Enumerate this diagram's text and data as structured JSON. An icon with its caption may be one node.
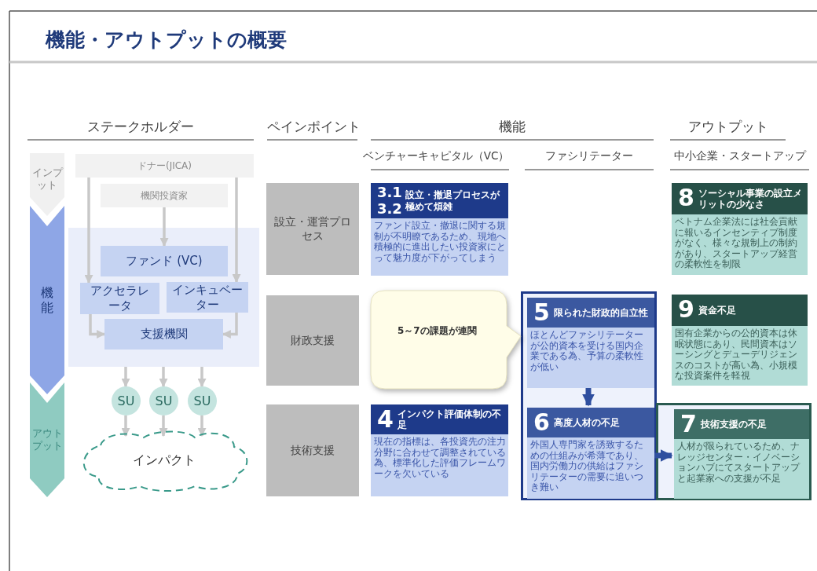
{
  "diagram": {
    "title": "機能・アウトプットの概要",
    "nodes": [
      {
        "text": [
          "インプット"
        ]
      },
      {
        "text": [
          "機能"
        ]
      },
      {
        "text": [
          "アウトプット"
        ]
      },
      {
        "text": [
          "ドナー(JICA)"
        ]
      },
      {
        "text": [
          "機関投資家"
        ]
      },
      {
        "text": [],
        "shape": "box"
      },
      {
        "text": [
          "ファンド (VC)"
        ],
        "in": 5
      },
      {
        "text": [
          "アクセラレータ"
        ],
        "in": 5
      },
      {
        "text": [
          "インキュベーター"
        ],
        "in": 5
      },
      {
        "text": [
          "支援機関"
        ],
        "in": 5
      },
      {
        "text": [
          "SU"
        ]
      },
      {
        "text": [
          "SU"
        ]
      },
      {
        "text": [
          "SU"
        ]
      },
      {
        "text": [
          "インパクト"
        ]
      },
      {
        "text": [
          "設立・運営プロセス"
        ]
      },
      {
        "text": [
          "3.1",
          "3.2",
          "設立・撤退プロセスが極めて煩雑",
          "ファンド設立・撤退に関する規制が不明瞭であるため、現地へ積極的に進出したい投資家にとって魅力度が下がってしまう"
        ]
      },
      {
        "text": [
          "8",
          "ソーシャル事業の設立メリットの少なさ",
          "ベトナム企業法には社会貢献に報いるインセンティブ制度がなく、様々な規制上の制約があり、スタートアップ経営の柔軟性を制限"
        ]
      },
      {
        "text": [
          "財政支援"
        ]
      },
      {
        "text": [
          "5～7の課題が連関"
        ]
      },
      {
        "text": [],
        "shape": "box"
      },
      {
        "text": [
          "5",
          "限られた財政的自立性",
          "ほとんどファシリテーターが公的資本を受ける国内企業である為、予算の柔軟性が低い"
        ],
        "in": 19
      },
      {
        "text": [
          "6",
          "高度人材の不足",
          "外国人専門家を誘致するための仕組みが希薄であり、国内労働力の供給はファシリテーターの需要に追いつき難い"
        ],
        "in": 19
      },
      {
        "text": [],
        "shape": "box"
      },
      {
        "text": [
          "7",
          "技術支援の不足",
          "人材が限られているため、ナレッジセンター・イノベーションハブにてスタートアップと起業家への支援が不足"
        ],
        "in": 22
      },
      {
        "text": [
          "9",
          "資金不足",
          "国有企業からの公的資本は休眠状態にあり、民間資本はソーシングとデューデリジェンスのコストが高い為、小規模な投資案件を軽視"
        ]
      },
      {
        "text": [
          "技術支援"
        ]
      },
      {
        "text": [
          "4",
          "インパクト評価体制の不足",
          "現在の指標は、各投資先の注力分野に合わせて調整されている為、標準化した評価フレームワークを欠いている"
        ]
      }
    ],
    "edges": [
      {
        "from": 3,
        "to": 7,
        "arrow": "to"
      },
      {
        "from": 3,
        "to": 8,
        "arrow": "to"
      },
      {
        "from": 4,
        "to": 6,
        "arrow": "to"
      },
      {
        "from": 7,
        "to": 9,
        "arrow": "to"
      },
      {
        "from": 8,
        "to": 9,
        "arrow": "to"
      },
      {
        "from": 5,
        "to": 10,
        "arrow": "to"
      },
      {
        "from": 5,
        "to": 11,
        "arrow": "to"
      },
      {
        "from": 5,
        "to": 12,
        "arrow": "to"
      },
      {
        "from": 10,
        "to": 13,
        "arrow": "to"
      },
      {
        "from": 11,
        "to": 13,
        "arrow": "to"
      },
      {
        "from": 12,
        "to": 13,
        "arrow": "to"
      },
      {
        "from": 20,
        "to": 21,
        "arrow": "to",
        "style": "thick",
        "color": "#2f4f9f"
      },
      {
        "from": 21,
        "to": 23,
        "arrow": "to",
        "style": "thick",
        "color": "#2f4f9f"
      }
    ],
    "labels": [
      "ステークホルダー",
      "ペインポイント",
      "機能",
      "アウトプット",
      "ベンチャーキャピタル（VC）",
      "ファシリテーター",
      "中小企業・スタートアップ"
    ]
  }
}
